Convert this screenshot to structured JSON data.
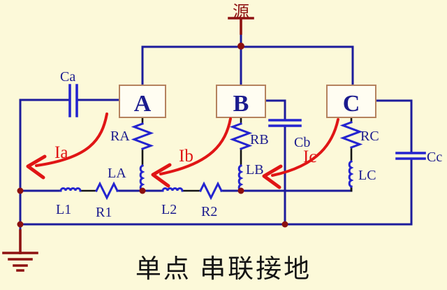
{
  "title_caption": "单点 串联接地",
  "source": {
    "label": "源"
  },
  "modules": {
    "a": "A",
    "b": "B",
    "c": "C"
  },
  "labels": {
    "ca": "Ca",
    "cb": "Cb",
    "cc": "Cc",
    "ra": "RA",
    "rb": "RB",
    "rc": "RC",
    "la": "LA",
    "lb": "LB",
    "lc": "LC",
    "l1": "L1",
    "r1": "R1",
    "l2": "L2",
    "r2": "R2"
  },
  "currents": {
    "ia": "Ia",
    "ib": "Ib",
    "ic": "Ic"
  },
  "colors": {
    "background": "#fcf9d9",
    "wire": "#1c1c9c",
    "component": "#2424cf",
    "lead": "#141414",
    "current_arrow": "#e01515",
    "power_ground": "#8e1212",
    "junction_dot": "#8c1010",
    "box_border": "#b5825e",
    "box_fill": "#fffdf2",
    "label_text": "#1b1b8e",
    "caption_text": "#141414"
  }
}
